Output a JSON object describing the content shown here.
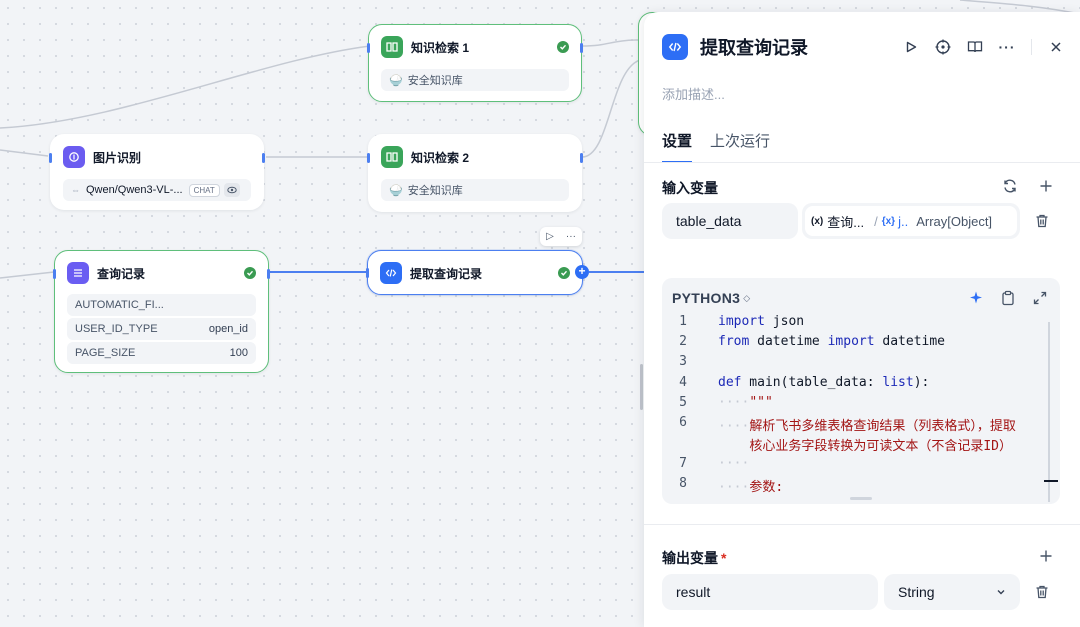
{
  "canvas": {
    "nodes": {
      "kb1": {
        "title": "知识检索 1",
        "row": "安全知识库"
      },
      "kb2": {
        "title": "知识检索 2",
        "row": "安全知识库"
      },
      "image": {
        "title": "图片识别",
        "model": "Qwen/Qwen3-VL-...",
        "mode_chip": "CHAT"
      },
      "query": {
        "title": "查询记录",
        "params": [
          {
            "key": "AUTOMATIC_FI...",
            "value": ""
          },
          {
            "key": "USER_ID_TYPE",
            "value": "open_id"
          },
          {
            "key": "PAGE_SIZE",
            "value": "100"
          }
        ]
      },
      "extract": {
        "title": "提取查询记录"
      }
    }
  },
  "panel": {
    "title": "提取查询记录",
    "description_placeholder": "添加描述...",
    "tabs": [
      {
        "label": "设置",
        "active": true
      },
      {
        "label": "上次运行",
        "active": false
      }
    ],
    "input_section": {
      "title": "输入变量",
      "variable_name": "table_data",
      "ref_node": "查询...",
      "ref_var": "j..",
      "ref_type": "Array[Object]"
    },
    "editor": {
      "language": "PYTHON3",
      "lines": [
        {
          "n": "1",
          "text": "import json"
        },
        {
          "n": "2",
          "text": "from datetime import datetime"
        },
        {
          "n": "3",
          "text": ""
        },
        {
          "n": "4",
          "text": "def main(table_data: list):"
        },
        {
          "n": "5",
          "text": "\"\"\""
        },
        {
          "n": "6",
          "text": "解析飞书多维表格查询结果（列表格式），提取"
        },
        {
          "n": "",
          "text": "核心业务字段转换为可读文本（不含记录ID）"
        },
        {
          "n": "7",
          "text": ""
        },
        {
          "n": "8",
          "text": "参数:"
        }
      ]
    },
    "output_section": {
      "title": "输出变量",
      "required_mark": "*",
      "variable_name": "result",
      "type": "String"
    }
  },
  "colors": {
    "accent": "#2d6ef5",
    "success": "#3a9b52",
    "node_green_border": "#5fbf7b"
  }
}
